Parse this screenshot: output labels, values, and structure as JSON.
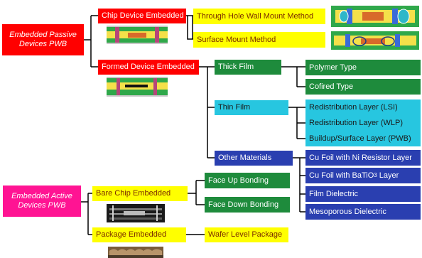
{
  "roots": {
    "passive": "Embedded Passive Devices PWB",
    "active": "Embedded Active Devices PWB"
  },
  "passive": {
    "chip_device": "Chip Device Embedded",
    "through_hole": "Through Hole Wall Mount Method",
    "surface_mount": "Surface Mount Method",
    "formed_device": "Formed Device Embedded",
    "thick_film": "Thick Film",
    "polymer": "Polymer Type",
    "cofired": "Cofired Type",
    "thin_film": "Thin Film",
    "rdl_lsi": "Redistribution Layer (LSI)",
    "rdl_wlp": "Redistribution Layer (WLP)",
    "buildup": "Buildup/Surface Layer (PWB)",
    "other_materials": "Other Materials",
    "cu_ni": "Cu Foil with Ni Resistor Layer",
    "cu_batio_prefix": "Cu Foil with BaTiO",
    "cu_batio_sub": "3",
    "cu_batio_suffix": " Layer",
    "film_dielectric": "Film Dielectric",
    "mesoporous": "Mesoporous Dielectric"
  },
  "active": {
    "bare_chip": "Bare Chip Embedded",
    "face_up": "Face Up Bonding",
    "face_down": "Face Down Bonding",
    "package": "Package Embedded",
    "wafer_level": "Wafer Level Package"
  },
  "colors": {
    "root_passive": "#ff0000",
    "root_active": "#ff1493",
    "level1": "#ff0000",
    "method": "#ffff00",
    "film": "#1e8b3c",
    "thin": "#27c6e0",
    "materials": "#2a3fb0"
  }
}
